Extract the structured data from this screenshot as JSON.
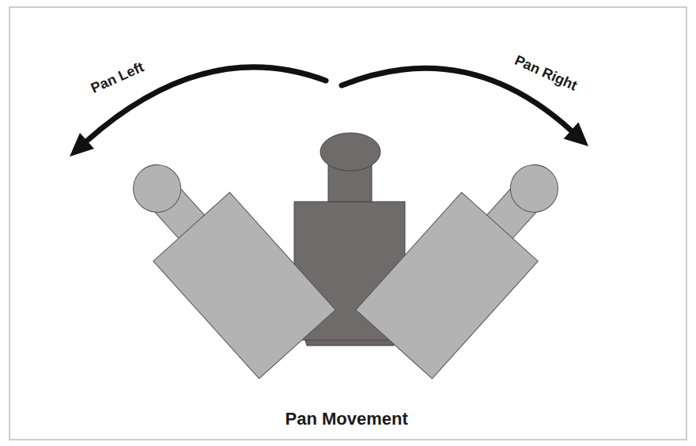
{
  "diagram": {
    "caption": "Pan Movement",
    "labels": [
      "Pan Left",
      "Pan Right"
    ]
  }
}
